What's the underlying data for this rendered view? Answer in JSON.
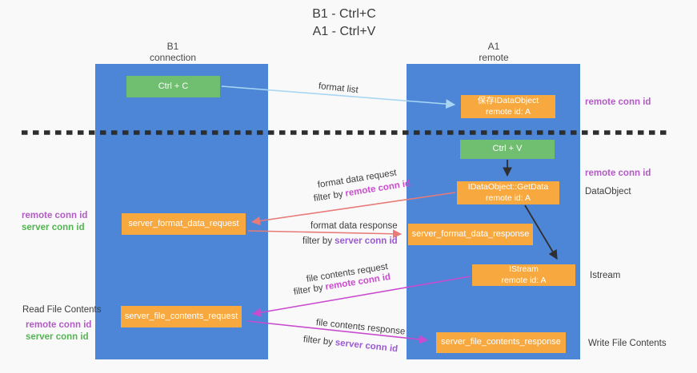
{
  "title": {
    "line1": "B1 - Ctrl+C",
    "line2": "A1 - Ctrl+V"
  },
  "lanes": {
    "left": {
      "name": "B1",
      "subtitle": "connection"
    },
    "right": {
      "name": "A1",
      "subtitle": "remote"
    }
  },
  "boxes": {
    "ctrl_c": {
      "label": "Ctrl + C"
    },
    "save_dataobject": {
      "line1": "保存IDataObject",
      "line2": "remote id: A"
    },
    "ctrl_v": {
      "label": "Ctrl + V"
    },
    "getdata": {
      "line1": "IDataObject::GetData",
      "line2": "remote id: A"
    },
    "server_format_data_request": {
      "label": "server_format_data_request"
    },
    "server_format_data_response": {
      "label": "server_format_data_response"
    },
    "istream": {
      "line1": "IStream",
      "line2": "remote id: A"
    },
    "server_file_contents_request": {
      "label": "server_file_contents_request"
    },
    "server_file_contents_response": {
      "label": "server_file_contents_response"
    }
  },
  "flow_labels": {
    "format_list": "format list",
    "format_data_request": "format data request",
    "format_data_response": "format data response",
    "file_contents_request": "file contents request",
    "file_contents_response": "file contents response",
    "filter_by": "filter by",
    "remote_conn_id": "remote conn id",
    "server_conn_id": "server conn id"
  },
  "side_labels": {
    "remote_conn_id_top_right": "remote conn id",
    "remote_conn_id_mid_right": "remote conn id",
    "dataobject": "DataObject",
    "istream": "Istream",
    "write_file_contents": "Write File Contents",
    "remote_conn_id_left": "remote conn id",
    "server_conn_id_left": "server conn id",
    "read_file_contents": "Read File Contents",
    "remote_conn_id_bottom_left": "remote conn id",
    "server_conn_id_bottom_left": "server conn id"
  },
  "colors": {
    "lane_blue": "#4d86d7",
    "box_orange": "#f7a83f",
    "box_green": "#70bf70",
    "arrow_lightblue": "#a8d6f2",
    "arrow_salmon": "#e87a78",
    "arrow_magenta": "#c94ccf",
    "arrow_black": "#2f2f2f",
    "label_purple": "#b35bc4",
    "label_magenta": "#cb4ccf",
    "label_violet": "#9c59d4",
    "label_green": "#53b551"
  }
}
